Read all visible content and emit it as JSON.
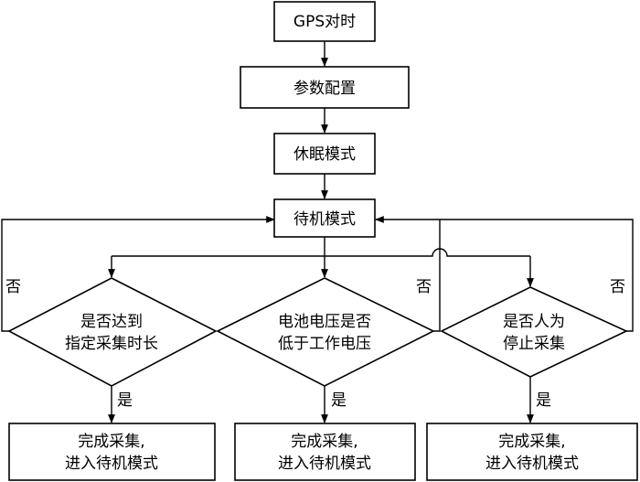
{
  "nodes": {
    "gps": {
      "label": "GPS对时"
    },
    "config": {
      "label": "参数配置"
    },
    "sleep": {
      "label": "休眠模式"
    },
    "standby": {
      "label": "待机模式"
    },
    "decision1": {
      "lines": [
        "是否达到",
        "指定采集时长"
      ]
    },
    "decision2": {
      "lines": [
        "电池电压是否",
        "低于工作电压"
      ]
    },
    "decision3": {
      "lines": [
        "是否人为",
        "停止采集"
      ]
    },
    "end1": {
      "lines": [
        "完成采集,",
        "进入待机模式"
      ]
    },
    "end2": {
      "lines": [
        "完成采集,",
        "进入待机模式"
      ]
    },
    "end3": {
      "lines": [
        "完成采集,",
        "进入待机模式"
      ]
    }
  },
  "edge_labels": {
    "no": "否",
    "yes": "是"
  }
}
